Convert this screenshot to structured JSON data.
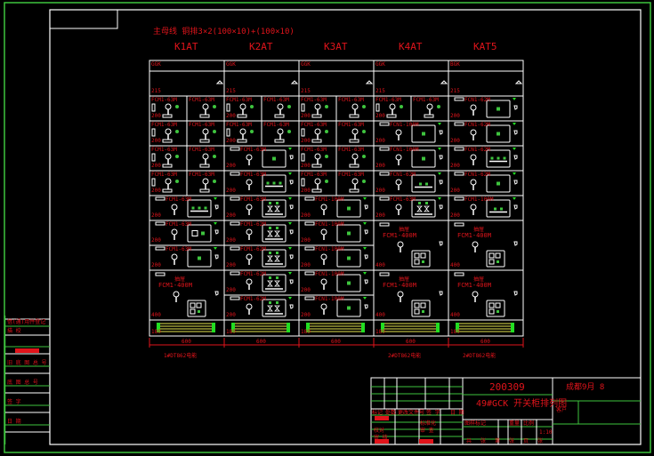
{
  "drawing": {
    "busbar_spec": "主母线 铜排3×2(100×10)+(100×10)",
    "colors": {
      "frame": "#ffffff",
      "green": "#3ec43e",
      "red": "#e0141b",
      "busbar_yellow": "#e6e650",
      "busbar_green": "#22dd22"
    },
    "columns": [
      {
        "name": "K1AT",
        "header": "GGK",
        "top_height": "215",
        "width_dim": "600",
        "busbar_height": "180"
      },
      {
        "name": "K2AT",
        "header": "GGK",
        "top_height": "215",
        "width_dim": "600",
        "busbar_height": "180"
      },
      {
        "name": "K3AT",
        "header": "GGK",
        "top_height": "215",
        "width_dim": "600",
        "busbar_height": "180"
      },
      {
        "name": "K4AT",
        "header": "GGK",
        "top_height": "215",
        "width_dim": "600",
        "busbar_height": "180"
      },
      {
        "name": "KAT5",
        "header": "BGK",
        "top_height": "215",
        "width_dim": "600",
        "busbar_height": "180"
      }
    ],
    "drawers": [
      {
        "col": 0,
        "row": 1,
        "type": "half",
        "labels": [
          "FCM1-63M",
          "FCM1-63M"
        ],
        "height": "200"
      },
      {
        "col": 0,
        "row": 2,
        "type": "half",
        "labels": [
          "FCM1-63M",
          "FCM1-63M"
        ],
        "height": "200"
      },
      {
        "col": 0,
        "row": 3,
        "type": "half",
        "labels": [
          "FCM1-63M",
          "FCM1-63M"
        ],
        "height": "200"
      },
      {
        "col": 0,
        "row": 4,
        "type": "half",
        "labels": [
          "FCM1-63M",
          "FCM1-63M"
        ],
        "height": "200"
      },
      {
        "col": 0,
        "row": 5,
        "type": "full",
        "label": "FCM1-63M",
        "height": "200",
        "panel": "three-lamp"
      },
      {
        "col": 0,
        "row": 6,
        "type": "full",
        "label": "FCM1-63M",
        "height": "200",
        "panel": "square-lamp"
      },
      {
        "col": 0,
        "row": 7,
        "type": "full",
        "label": "FCM1-63M",
        "height": "200",
        "panel": "one-lamp"
      },
      {
        "col": 0,
        "row": 8,
        "type": "big",
        "label": "FCM1-400M",
        "tag": "抽屉",
        "height": "400",
        "panel": "quad"
      },
      {
        "col": 1,
        "row": 1,
        "type": "half",
        "labels": [
          "FCM1-63M",
          "FCM1-63M"
        ],
        "height": "200"
      },
      {
        "col": 1,
        "row": 2,
        "type": "half",
        "labels": [
          "FCM1-63M",
          "FCM1-63M"
        ],
        "height": "200"
      },
      {
        "col": 1,
        "row": 3,
        "type": "full",
        "label": "FCM1-63M",
        "height": "200",
        "panel": "one-lamp"
      },
      {
        "col": 1,
        "row": 4,
        "type": "full",
        "label": "FCM1-63M",
        "height": "200",
        "panel": "three-lamp"
      },
      {
        "col": 1,
        "row": 5,
        "type": "full",
        "label": "FCM1-63M",
        "height": "200",
        "panel": "meter"
      },
      {
        "col": 1,
        "row": 6,
        "type": "full",
        "label": "FCM1-62M",
        "height": "200",
        "panel": "meter"
      },
      {
        "col": 1,
        "row": 7,
        "type": "full",
        "label": "FCM1-62M",
        "height": "200",
        "panel": "meter"
      },
      {
        "col": 1,
        "row": 8,
        "type": "full",
        "label": "FCM1-62M",
        "height": "200",
        "panel": "meter"
      },
      {
        "col": 1,
        "row": 9,
        "type": "full",
        "label": "FCM1-62M",
        "height": "200",
        "panel": "meter"
      },
      {
        "col": 2,
        "row": 1,
        "type": "half",
        "labels": [
          "FCM1-63M",
          "FCM1-63M"
        ],
        "height": "200"
      },
      {
        "col": 2,
        "row": 2,
        "type": "half",
        "labels": [
          "FCM1-63M",
          "FCM1-63M"
        ],
        "height": "200"
      },
      {
        "col": 2,
        "row": 3,
        "type": "half",
        "labels": [
          "FCM1-63M",
          "FCM1-63M"
        ],
        "height": "200"
      },
      {
        "col": 2,
        "row": 4,
        "type": "half",
        "labels": [
          "FCM1-63M",
          "FCM1-63M"
        ],
        "height": "200"
      },
      {
        "col": 2,
        "row": 5,
        "type": "full",
        "label": "FCM1-100M",
        "height": "200",
        "panel": "one-lamp"
      },
      {
        "col": 2,
        "row": 6,
        "type": "full",
        "label": "FCN1-100M",
        "height": "200",
        "panel": "one-lamp"
      },
      {
        "col": 2,
        "row": 7,
        "type": "full",
        "label": "FCN1-100M",
        "height": "200",
        "panel": "one-lamp"
      },
      {
        "col": 2,
        "row": 8,
        "type": "full",
        "label": "FCN1-100M",
        "height": "200",
        "panel": "one-lamp"
      },
      {
        "col": 2,
        "row": 9,
        "type": "full",
        "label": "FCN1-100M",
        "height": "200",
        "panel": "one-lamp"
      },
      {
        "col": 3,
        "row": 1,
        "type": "half",
        "labels": [
          "FCM1-63M",
          "FCM1-63M"
        ],
        "height": "200"
      },
      {
        "col": 3,
        "row": 2,
        "type": "full",
        "label": "FCN1-100M",
        "height": "200",
        "panel": "one-lamp"
      },
      {
        "col": 3,
        "row": 3,
        "type": "full",
        "label": "FCN1-100M",
        "height": "200",
        "panel": "one-lamp"
      },
      {
        "col": 3,
        "row": 4,
        "type": "full",
        "label": "FCN1-62M",
        "height": "200",
        "panel": "two-lamp"
      },
      {
        "col": 3,
        "row": 5,
        "type": "full",
        "label": "FCM1-63M",
        "height": "200",
        "panel": "meter"
      },
      {
        "col": 3,
        "row": 6,
        "type": "big",
        "label": "FCM1-400M",
        "tag": "抽屉",
        "height": "400",
        "panel": "quad"
      },
      {
        "col": 3,
        "row": 8,
        "type": "big",
        "label": "FCM1-400M",
        "tag": "抽屉",
        "height": "400",
        "panel": "quad"
      },
      {
        "col": 4,
        "row": 1,
        "type": "full",
        "label": "FCN1-62M",
        "height": "200",
        "panel": "one-lamp"
      },
      {
        "col": 4,
        "row": 2,
        "type": "full",
        "label": "FCN1-62M",
        "height": "200",
        "panel": "one-lamp"
      },
      {
        "col": 4,
        "row": 3,
        "type": "full",
        "label": "FCN1-62M",
        "height": "200",
        "panel": "three-lamp"
      },
      {
        "col": 4,
        "row": 4,
        "type": "full",
        "label": "FCN1-62M",
        "height": "200",
        "panel": "one-lamp"
      },
      {
        "col": 4,
        "row": 5,
        "type": "full",
        "label": "FCM1-100M",
        "height": "200",
        "panel": "two-lamp"
      },
      {
        "col": 4,
        "row": 6,
        "type": "big",
        "label": "FCM1-400M",
        "tag": "抽屉",
        "height": "400",
        "panel": "quad"
      },
      {
        "col": 4,
        "row": 8,
        "type": "big",
        "label": "FCM1-400M",
        "tag": "抽屉",
        "height": "400",
        "panel": "quad"
      }
    ],
    "cabinet_notes": [
      {
        "col": 0,
        "text": "1#DT862电能"
      },
      {
        "col": 3,
        "text": "2#DT862电能"
      },
      {
        "col": 4,
        "text": "2#DT862电能"
      }
    ]
  },
  "left_strip": {
    "rows": [
      "借(通)用件登记",
      "描  校",
      "",
      "旧 底 图 总 号",
      "底 图 总 号",
      "签  字",
      "日  期"
    ]
  },
  "title_block": {
    "drawing_number": "200309",
    "drawing_name": "49#GCK 开关柜排列图",
    "company": "成都9月 8",
    "client_label": "客户",
    "left_header": [
      "标记",
      "处数",
      "更改文件号",
      "签 字",
      "日 期"
    ],
    "left_rows": [
      [
        "",
        "标准化"
      ],
      [
        "校对",
        "审 查"
      ],
      [
        "审 核",
        ""
      ],
      [
        "",
        ""
      ]
    ],
    "mid_header": [
      "图样标记",
      "",
      "重量",
      "比例"
    ],
    "scale": "1:10",
    "sheet_row": [
      "共",
      "张",
      "第",
      "张",
      "页",
      "张"
    ]
  }
}
